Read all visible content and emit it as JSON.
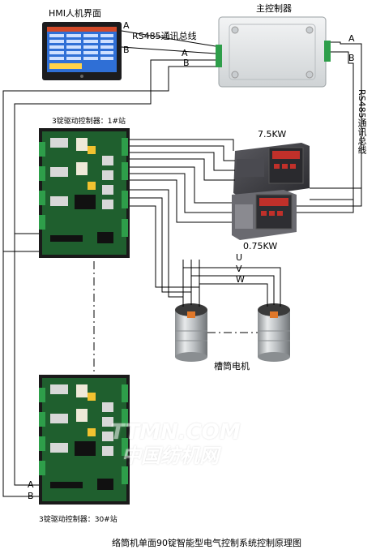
{
  "labels": {
    "hmi": "HMI人机界面",
    "main_controller": "主控制器",
    "rs485_bus_1": "RS485通讯总线",
    "rs485_bus_2": "RS485通讯总线",
    "driver_1": "3锭驱动控制器：1#站",
    "driver_30": "3锭驱动控制器：30#站",
    "inv_large": "7.5KW",
    "inv_small": "0.75KW",
    "motor_label": "槽筒电机",
    "caption": "络筒机单面90锭智能型电气控制系统控制原理图",
    "watermark_en": "TTMN.COM",
    "watermark_cn": "中国纺机网"
  },
  "terminals": {
    "a1": "A",
    "b1": "B",
    "a2": "A",
    "b2": "B",
    "a3": "A",
    "b3": "B",
    "a4": "A",
    "b4": "B",
    "u": "U",
    "v": "V",
    "w": "W"
  },
  "colors": {
    "wire": "#000000",
    "hmi_screen": "#2f6fd6",
    "controller_body": "#e4e7e8",
    "terminal_green": "#2e9e4a",
    "pcb_green": "#1f5f2e",
    "pcb_dark": "#1a1a1a",
    "inverter_dark": "#3a3a3e",
    "inverter_red": "#c0302a",
    "motor_silver": "#b8bcbf",
    "motor_orange": "#e0782a"
  }
}
